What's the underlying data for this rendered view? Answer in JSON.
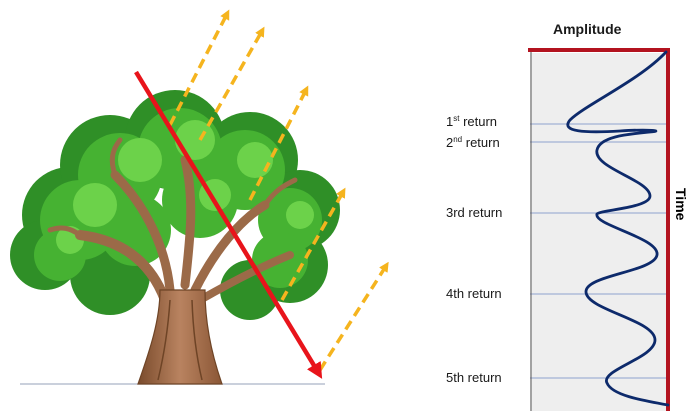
{
  "diagram": {
    "amplitude_label": "Amplitude",
    "time_label": "Time",
    "returns": [
      {
        "num": "1",
        "suffix": "st",
        "rest": " return"
      },
      {
        "num": "2",
        "suffix": "nd",
        "rest": " return"
      },
      {
        "label": "3rd return"
      },
      {
        "label": "4th return"
      },
      {
        "label": "5th return"
      }
    ],
    "colors": {
      "pulse": "#e8141b",
      "reflection": "#f5b41e",
      "waveform": "#0d2a6b",
      "axis": "#b3131f",
      "panel": "#eeeeee",
      "gridline": "#8ea2cf",
      "foliage": "#3fa832",
      "trunk": "#a5704a"
    }
  }
}
